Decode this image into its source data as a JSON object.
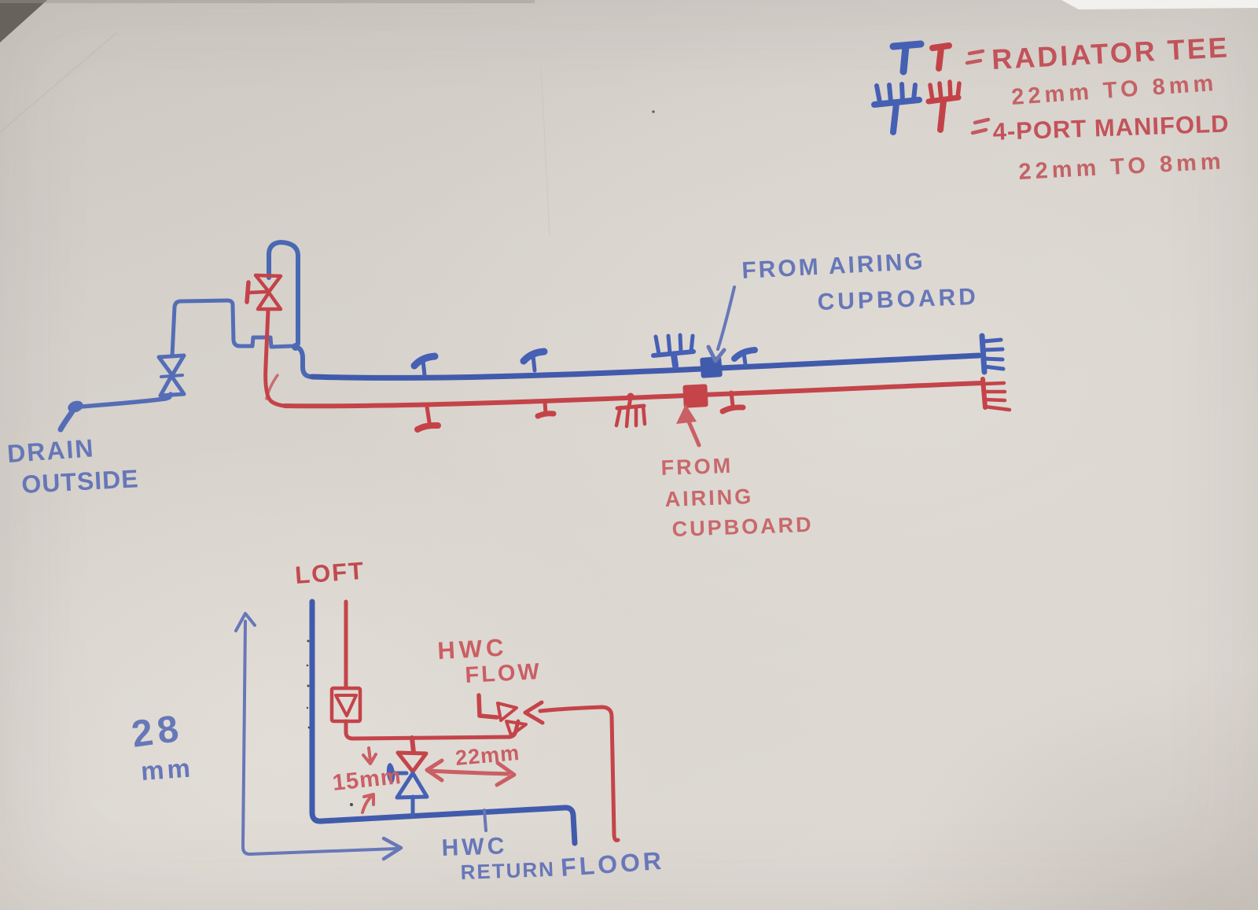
{
  "colors": {
    "paper": "#d9d4ce",
    "ink_blue": "#3551a9",
    "ink_blue_light": "#4b66b4",
    "pen_blue": "#5e70b6",
    "ink_red": "#c2383f",
    "pen_red": "#c9565c",
    "legend_red": "#c14a52"
  },
  "legend": {
    "tee": {
      "equals": "=",
      "label": "RADIATOR TEE",
      "size": "22mm TO 8mm"
    },
    "manifold": {
      "equals": "=",
      "label": "4-PORT MANIFOLD",
      "size": "22mm TO 8mm"
    }
  },
  "main_run": {
    "drain_label": [
      "DRAIN",
      "OUTSIDE"
    ],
    "blue_note": [
      "FROM AIRING",
      "CUPBOARD"
    ],
    "red_note": [
      "FROM",
      "AIRING",
      "CUPBOARD"
    ]
  },
  "cylinder_detail": {
    "loft": "LOFT",
    "size_28": "28",
    "size_28_unit": "mm",
    "size_15": "15mm",
    "size_22": "22mm",
    "hwc_flow": [
      "HWC",
      "FLOW"
    ],
    "hwc_return": [
      "HWC",
      "RETURN"
    ],
    "floor": "FLOOR"
  }
}
